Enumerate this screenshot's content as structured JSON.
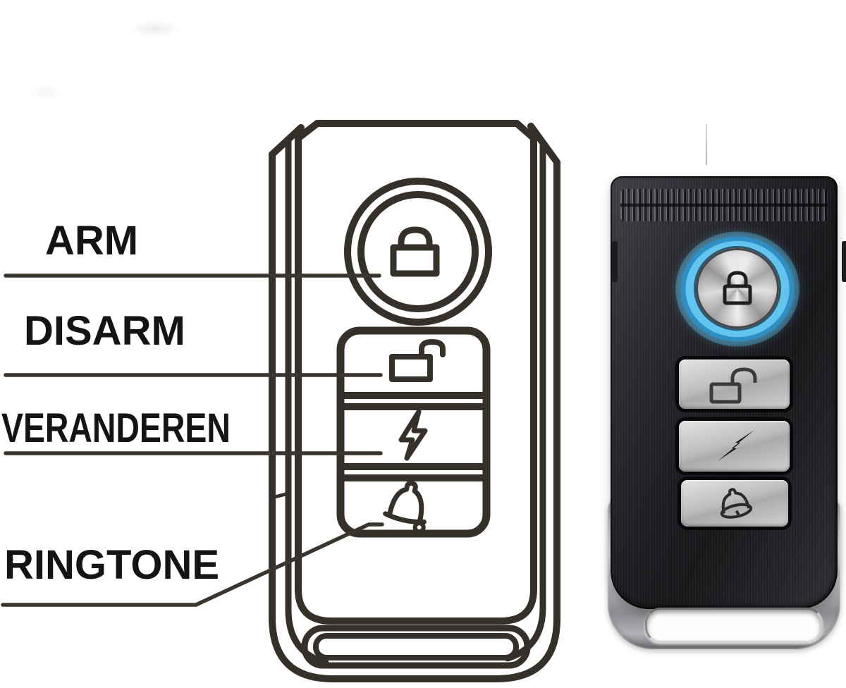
{
  "diagram": {
    "labels": [
      {
        "id": "arm",
        "text": "ARM",
        "target_icon": "lock-icon"
      },
      {
        "id": "disarm",
        "text": "DISARM",
        "target_icon": "unlock-icon"
      },
      {
        "id": "veranderen",
        "text": "VERANDEREN",
        "target_icon": "lightning-icon"
      },
      {
        "id": "ringtone",
        "text": "RINGTONE",
        "target_icon": "bell-icon"
      }
    ]
  },
  "sketch_remote": {
    "description": "line-art remote outline",
    "buttons": [
      {
        "icon": "lock-icon"
      },
      {
        "icon": "unlock-icon"
      },
      {
        "icon": "lightning-icon"
      },
      {
        "icon": "bell-icon"
      }
    ]
  },
  "photo_remote": {
    "description": "black key-fob remote with glowing ring button",
    "buttons": [
      {
        "icon": "lock-icon"
      },
      {
        "icon": "unlock-icon"
      },
      {
        "icon": "lightning-icon"
      },
      {
        "icon": "bell-icon"
      }
    ]
  },
  "colors": {
    "background": "#ffffff",
    "ink": "#36302a",
    "label": "#151413",
    "accent_blue": "#4db4e6",
    "silver": "#c6c6c6",
    "body_dark": "#222226"
  }
}
